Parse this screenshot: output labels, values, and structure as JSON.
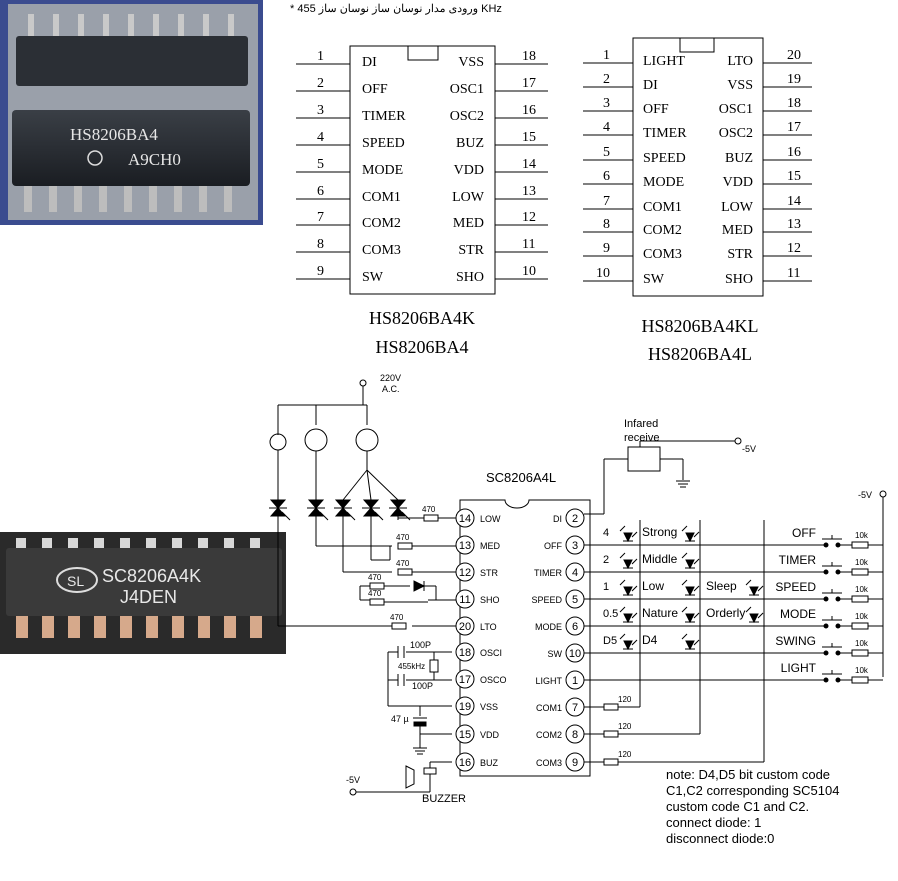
{
  "header_note": "* ورودی مدار نوسان ساز نوسان ساز 455 KHz",
  "photos": {
    "chip_top_marking": "HS8206BA4",
    "chip_top_code": "A9CH0",
    "chip_bottom_logo": "SL",
    "chip_bottom_marking": "SC8206A4K",
    "chip_bottom_code": "J4DEN"
  },
  "pinout_18": {
    "left": [
      {
        "n": "1",
        "name": "DI"
      },
      {
        "n": "2",
        "name": "OFF"
      },
      {
        "n": "3",
        "name": "TIMER"
      },
      {
        "n": "4",
        "name": "SPEED"
      },
      {
        "n": "5",
        "name": "MODE"
      },
      {
        "n": "6",
        "name": "COM1"
      },
      {
        "n": "7",
        "name": "COM2"
      },
      {
        "n": "8",
        "name": "COM3"
      },
      {
        "n": "9",
        "name": "SW"
      }
    ],
    "right": [
      {
        "n": "18",
        "name": "VSS"
      },
      {
        "n": "17",
        "name": "OSC1"
      },
      {
        "n": "16",
        "name": "OSC2"
      },
      {
        "n": "15",
        "name": "BUZ"
      },
      {
        "n": "14",
        "name": "VDD"
      },
      {
        "n": "13",
        "name": "LOW"
      },
      {
        "n": "12",
        "name": "MED"
      },
      {
        "n": "11",
        "name": "STR"
      },
      {
        "n": "10",
        "name": "SHO"
      }
    ],
    "caption1": "HS8206BA4K",
    "caption2": "HS8206BA4"
  },
  "pinout_20": {
    "left": [
      {
        "n": "1",
        "name": "LIGHT"
      },
      {
        "n": "2",
        "name": "DI"
      },
      {
        "n": "3",
        "name": "OFF"
      },
      {
        "n": "4",
        "name": "TIMER"
      },
      {
        "n": "5",
        "name": "SPEED"
      },
      {
        "n": "6",
        "name": "MODE"
      },
      {
        "n": "7",
        "name": "COM1"
      },
      {
        "n": "8",
        "name": "COM2"
      },
      {
        "n": "9",
        "name": "COM3"
      },
      {
        "n": "10",
        "name": "SW"
      }
    ],
    "right": [
      {
        "n": "20",
        "name": "LTO"
      },
      {
        "n": "19",
        "name": "VSS"
      },
      {
        "n": "18",
        "name": "OSC1"
      },
      {
        "n": "17",
        "name": "OSC2"
      },
      {
        "n": "16",
        "name": "BUZ"
      },
      {
        "n": "15",
        "name": "VDD"
      },
      {
        "n": "14",
        "name": "LOW"
      },
      {
        "n": "13",
        "name": "MED"
      },
      {
        "n": "12",
        "name": "STR"
      },
      {
        "n": "11",
        "name": "SHO"
      }
    ],
    "caption1": "HS8206BA4KL",
    "caption2": "HS8206BA4L"
  },
  "schematic": {
    "supply": "220V",
    "supply2": "A.C.",
    "ic_name": "SC8206A4L",
    "infrared1": "Infared",
    "infrared2": "receive",
    "neg5": "-5V",
    "left_pins": [
      {
        "n": "14",
        "name": "LOW"
      },
      {
        "n": "13",
        "name": "MED"
      },
      {
        "n": "12",
        "name": "STR"
      },
      {
        "n": "11",
        "name": "SHO"
      },
      {
        "n": "20",
        "name": "LTO"
      },
      {
        "n": "18",
        "name": "OSCI"
      },
      {
        "n": "17",
        "name": "OSCO"
      },
      {
        "n": "19",
        "name": "VSS"
      },
      {
        "n": "15",
        "name": "VDD"
      },
      {
        "n": "16",
        "name": "BUZ"
      }
    ],
    "right_pins": [
      {
        "n": "2",
        "name": "DI"
      },
      {
        "n": "3",
        "name": "OFF"
      },
      {
        "n": "4",
        "name": "TIMER"
      },
      {
        "n": "5",
        "name": "SPEED"
      },
      {
        "n": "6",
        "name": "MODE"
      },
      {
        "n": "10",
        "name": "SW"
      },
      {
        "n": "1",
        "name": "LIGHT"
      },
      {
        "n": "7",
        "name": "COM1"
      },
      {
        "n": "8",
        "name": "COM2"
      },
      {
        "n": "9",
        "name": "COM3"
      }
    ],
    "resistor_470": "470",
    "resistor_120": "120",
    "resistor_10k": "10k",
    "cap_100p": "100P",
    "crystal": "455kHz",
    "cap_47u": "47 µ",
    "buzzer": "BUZZER",
    "led_rows": [
      {
        "num": "4",
        "label": "Strong",
        "label2": ""
      },
      {
        "num": "2",
        "label": "Middle",
        "label2": ""
      },
      {
        "num": "1",
        "label": "Low",
        "label2": "Sleep"
      },
      {
        "num": "0.5",
        "label": "Nature",
        "label2": "Orderly"
      },
      {
        "num": "D5",
        "label": "D4",
        "label2": ""
      }
    ],
    "buttons": [
      "OFF",
      "TIMER",
      "SPEED",
      "MODE",
      "SWING",
      "LIGHT"
    ],
    "notes": [
      "note: D4,D5 bit custom code",
      "C1,C2 corresponding SC5104",
      "custom code C1 and C2.",
      "connect diode: 1",
      "disconnect diode:0"
    ]
  }
}
